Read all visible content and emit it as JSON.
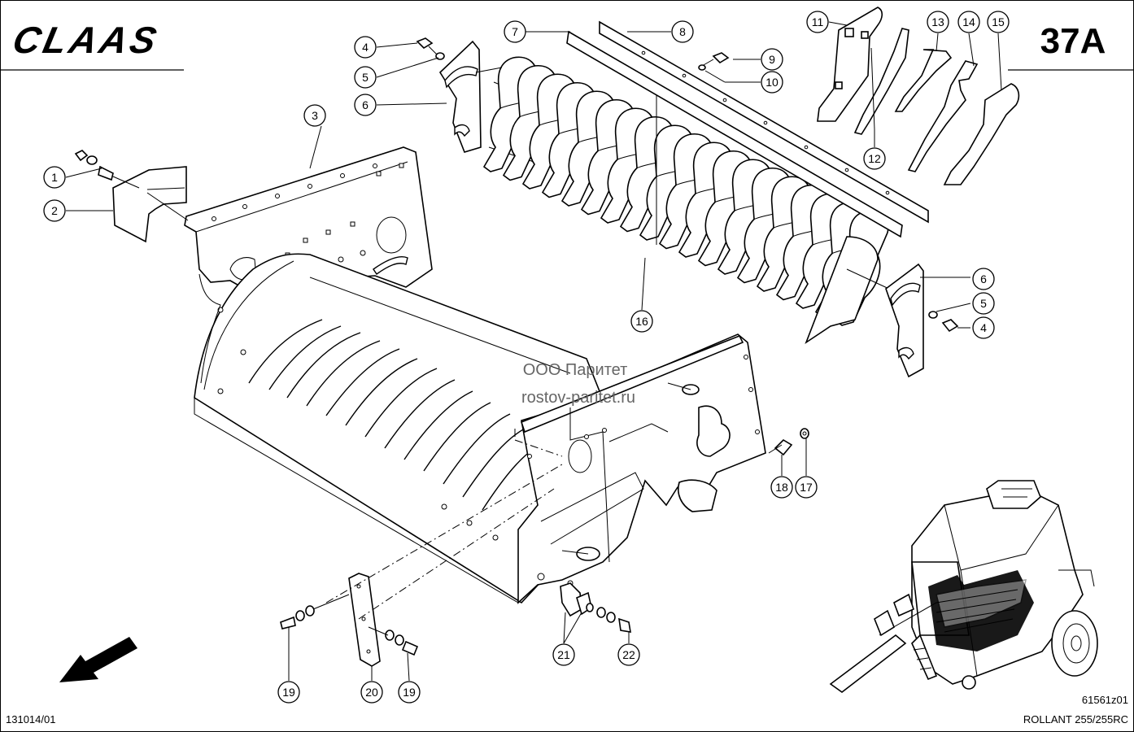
{
  "header": {
    "brand": "CLAAS",
    "page_code": "37A"
  },
  "watermark": {
    "line1": "ООО Паритет",
    "line2": "rostov-paritet.ru"
  },
  "footer": {
    "left_code": "131014/01",
    "drawing_code": "61561z01",
    "model": "ROLLANT 255/255RC"
  },
  "callouts": [
    {
      "id": "c1",
      "label": "1"
    },
    {
      "id": "c2",
      "label": "2"
    },
    {
      "id": "c3",
      "label": "3"
    },
    {
      "id": "c4a",
      "label": "4"
    },
    {
      "id": "c5a",
      "label": "5"
    },
    {
      "id": "c6a",
      "label": "6"
    },
    {
      "id": "c7",
      "label": "7"
    },
    {
      "id": "c8",
      "label": "8"
    },
    {
      "id": "c9",
      "label": "9"
    },
    {
      "id": "c10",
      "label": "10"
    },
    {
      "id": "c11",
      "label": "11"
    },
    {
      "id": "c12",
      "label": "12"
    },
    {
      "id": "c13",
      "label": "13"
    },
    {
      "id": "c14",
      "label": "14"
    },
    {
      "id": "c15",
      "label": "15"
    },
    {
      "id": "c16",
      "label": "16"
    },
    {
      "id": "c6b",
      "label": "6"
    },
    {
      "id": "c5b",
      "label": "5"
    },
    {
      "id": "c4b",
      "label": "4"
    },
    {
      "id": "c17",
      "label": "17"
    },
    {
      "id": "c18",
      "label": "18"
    },
    {
      "id": "c19a",
      "label": "19"
    },
    {
      "id": "c20",
      "label": "20"
    },
    {
      "id": "c19b",
      "label": "19"
    },
    {
      "id": "c21",
      "label": "21"
    },
    {
      "id": "c22",
      "label": "22"
    }
  ]
}
